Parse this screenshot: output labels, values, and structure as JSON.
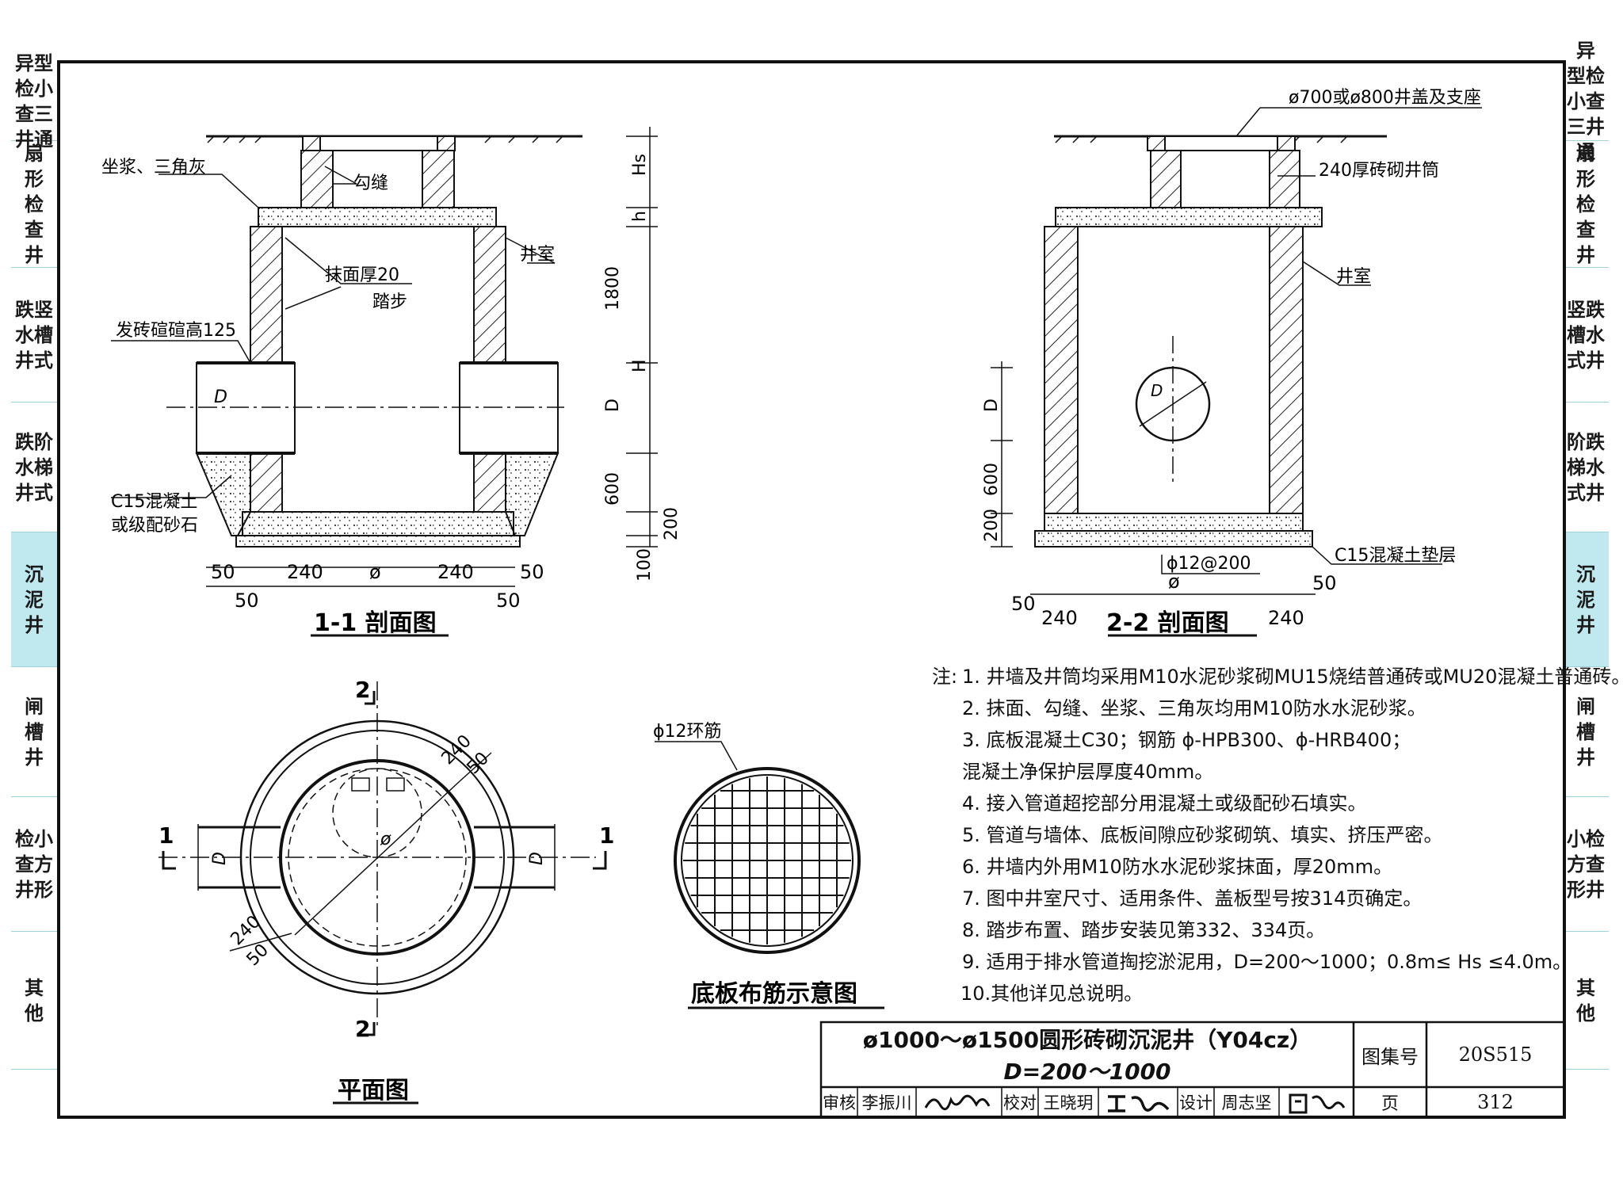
{
  "side_tabs_left": [
    {
      "label": "异型\n检小\n查三\n井通"
    },
    {
      "label": "扇\n形\n检\n查\n井"
    },
    {
      "label": "跌竖\n水槽\n井式"
    },
    {
      "label": "跌阶\n水梯\n井式"
    },
    {
      "label": "沉\n泥\n井",
      "active": true
    },
    {
      "label": "闸\n槽\n井"
    },
    {
      "label": "检小\n查方\n井形"
    },
    {
      "label": "其\n他"
    }
  ],
  "side_tabs_right": [
    {
      "label": "异\n型检\n小查\n三井\n通"
    },
    {
      "label": "扇\n形\n检\n查\n井"
    },
    {
      "label": "竖跌\n槽水\n式井"
    },
    {
      "label": "阶跌\n梯水\n式井"
    },
    {
      "label": "沉\n泥\n井",
      "active": true
    },
    {
      "label": "闸\n槽\n井"
    },
    {
      "label": "小检\n方查\n形井"
    },
    {
      "label": "其\n他"
    }
  ],
  "section_1_1": {
    "title": "1-1 剖面图",
    "labels": {
      "mortar": "坐浆、三角灰",
      "pointing": "勾缝",
      "chamber": "井室",
      "plaster": "抹面厚20",
      "step": "踏步",
      "arch": "发砖碹碹高125",
      "concrete": "C15混凝土",
      "gravel": "或级配砂石"
    },
    "dims_vertical": [
      "Hs",
      "h",
      "1800",
      "H",
      "D",
      "600",
      "200",
      "100"
    ],
    "dims_bottom": [
      "50",
      "240",
      "ø",
      "240",
      "50"
    ],
    "dims_bottom2": [
      "50",
      "50"
    ],
    "pipe_label": "D"
  },
  "section_2_2": {
    "title": "2-2 剖面图",
    "labels": {
      "cover": "ø700或ø800井盖及支座",
      "shaft": "240厚砖砌井筒",
      "chamber": "井室",
      "pad": "C15混凝土垫层",
      "rebar": "ɸ12@200"
    },
    "dims_vertical": [
      "D",
      "600",
      "200"
    ],
    "pipe_label": "D",
    "dims_bottom": [
      "50",
      "240",
      "ø",
      "240",
      "50"
    ]
  },
  "plan_view": {
    "title": "平面图",
    "labels": {
      "d240": "240",
      "d50": "50",
      "phi": "ø",
      "d240b": "240",
      "d50b": "50",
      "pipe_d_left": "D",
      "pipe_d_right": "D"
    },
    "section_marks": {
      "top": "2",
      "bottom": "2",
      "left": "1",
      "right": "1"
    }
  },
  "rebar_view": {
    "title": "底板布筋示意图",
    "ring_label": "ɸ12环筋"
  },
  "notes": {
    "prefix": "注:",
    "items": [
      "1. 井墙及井筒均采用M10水泥砂浆砌MU15烧结普通砖或MU20混凝土普通砖。",
      "2. 抹面、勾缝、坐浆、三角灰均用M10防水水泥砂浆。",
      "3. 底板混凝土C30；钢筋 ɸ-HPB300、ɸ-HRB400；",
      "   混凝土净保护层厚度40mm。",
      "4. 接入管道超挖部分用混凝土或级配砂石填实。",
      "5. 管道与墙体、底板间隙应砂浆砌筑、填实、挤压严密。",
      "6. 井墙内外用M10防水水泥砂浆抹面，厚20mm。",
      "7. 图中井室尺寸、适用条件、盖板型号按314页确定。",
      "8. 踏步布置、踏步安装见第332、334页。",
      "9. 适用于排水管道掏挖淤泥用，D=200～1000；0.8m≤ Hs ≤4.0m。",
      "10.其他详见总说明。"
    ]
  },
  "title_block": {
    "title_line1": "ø1000～ø1500圆形砖砌沉泥井（Y04cz）",
    "title_line2": "D=200～1000",
    "atlas_label": "图集号",
    "atlas_number": "20S515",
    "review_label": "审核",
    "reviewer": "李振川",
    "check_label": "校对",
    "checker": "王晓玥",
    "design_label": "设计",
    "designer": "周志坚",
    "page_label": "页",
    "page_number": "312"
  }
}
